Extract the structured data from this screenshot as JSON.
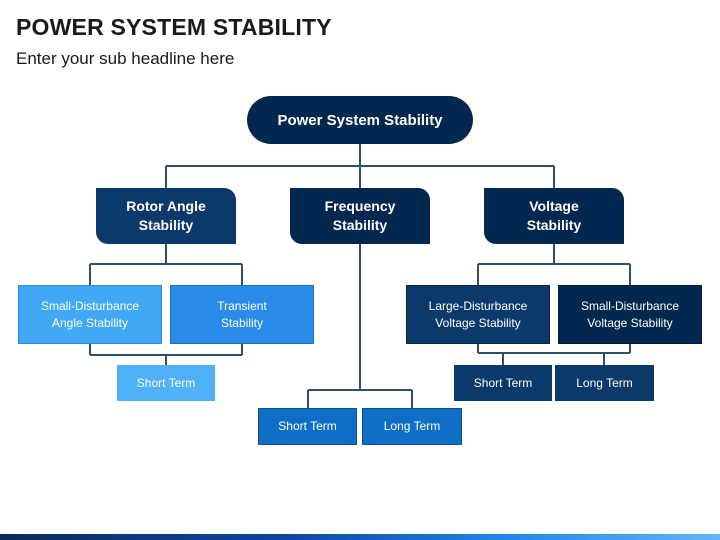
{
  "header": {
    "title": "POWER SYSTEM STABILITY",
    "subtitle": "Enter your sub headline here"
  },
  "diagram": {
    "root": "Power System Stability",
    "rotor": {
      "label_line1": "Rotor Angle",
      "label_line2": "Stability",
      "small_disturbance": {
        "line1": "Small-Disturbance",
        "line2": "Angle Stability"
      },
      "transient": {
        "line1": "Transient",
        "line2": "Stability"
      },
      "short_term": "Short Term"
    },
    "frequency": {
      "label_line1": "Frequency",
      "label_line2": "Stability",
      "short_term": "Short Term",
      "long_term": "Long Term"
    },
    "voltage": {
      "label_line1": "Voltage",
      "label_line2": "Stability",
      "large_disturbance": {
        "line1": "Large-Disturbance",
        "line2": "Voltage Stability"
      },
      "small_disturbance": {
        "line1": "Small-Disturbance",
        "line2": "Voltage Stability"
      },
      "short_term": "Short Term",
      "long_term": "Long Term"
    }
  },
  "colors": {
    "navy": "#03284f",
    "dark_blue": "#0b3a6a",
    "light_blue": "#40a8f5",
    "mid_blue": "#2b8be8",
    "short_term_light": "#4fb2f7",
    "freq_leaf": "#0f6fc6",
    "connector": "#2f4f6f"
  }
}
